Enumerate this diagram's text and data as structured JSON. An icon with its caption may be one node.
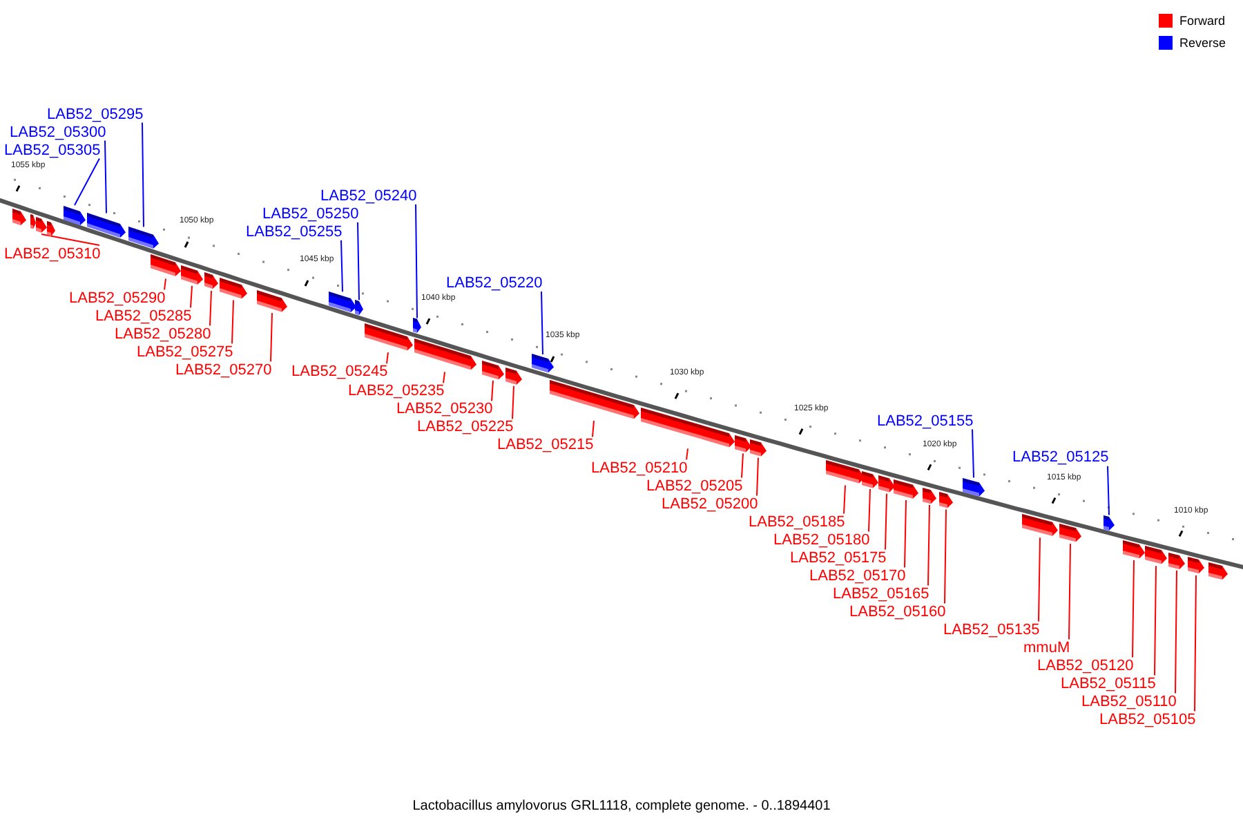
{
  "diagram": {
    "caption": "Lactobacillus amylovorus GRL1118, complete genome. - 0..1894401",
    "nodes": [
      {
        "text": [],
        "shape": "box"
      },
      {
        "text": [],
        "shape": "box"
      },
      {
        "text": [
          "LAB52_05310"
        ]
      },
      {
        "text": [],
        "shape": "box"
      },
      {
        "text": [],
        "shape": "box"
      },
      {
        "text": [
          "LAB52_05305"
        ]
      },
      {
        "text": [],
        "shape": "box"
      },
      {
        "text": [
          "LAB52_05300"
        ]
      },
      {
        "text": [],
        "shape": "box"
      },
      {
        "text": [
          "LAB52_05295"
        ]
      },
      {
        "text": [],
        "shape": "box"
      },
      {
        "text": [
          "LAB52_05290"
        ]
      },
      {
        "text": [],
        "shape": "box"
      },
      {
        "text": [
          "LAB52_05285"
        ]
      },
      {
        "text": [],
        "shape": "box"
      },
      {
        "text": [
          "LAB52_05280"
        ]
      },
      {
        "text": [],
        "shape": "box"
      },
      {
        "text": [
          "LAB52_05275"
        ]
      },
      {
        "text": [],
        "shape": "box"
      },
      {
        "text": [
          "LAB52_05270"
        ]
      },
      {
        "text": [],
        "shape": "box"
      },
      {
        "text": [
          "LAB52_05255"
        ]
      },
      {
        "text": [],
        "shape": "box"
      },
      {
        "text": [
          "LAB52_05250"
        ]
      },
      {
        "text": [],
        "shape": "box"
      },
      {
        "text": [
          "LAB52_05245"
        ]
      },
      {
        "text": [],
        "shape": "box"
      },
      {
        "text": [
          "LAB52_05240"
        ]
      },
      {
        "text": [],
        "shape": "box"
      },
      {
        "text": [
          "LAB52_05235"
        ]
      },
      {
        "text": [],
        "shape": "box"
      },
      {
        "text": [
          "LAB52_05230"
        ]
      },
      {
        "text": [],
        "shape": "box"
      },
      {
        "text": [
          "LAB52_05225"
        ]
      },
      {
        "text": [],
        "shape": "box"
      },
      {
        "text": [
          "LAB52_05220"
        ]
      },
      {
        "text": [],
        "shape": "box"
      },
      {
        "text": [
          "LAB52_05215"
        ]
      },
      {
        "text": [],
        "shape": "box"
      },
      {
        "text": [
          "LAB52_05210"
        ]
      },
      {
        "text": [],
        "shape": "box"
      },
      {
        "text": [
          "LAB52_05205"
        ]
      },
      {
        "text": [],
        "shape": "box"
      },
      {
        "text": [
          "LAB52_05200"
        ]
      },
      {
        "text": [],
        "shape": "box"
      },
      {
        "text": [
          "LAB52_05185"
        ]
      },
      {
        "text": [],
        "shape": "box"
      },
      {
        "text": [
          "LAB52_05180"
        ]
      },
      {
        "text": [],
        "shape": "box"
      },
      {
        "text": [
          "LAB52_05175"
        ]
      },
      {
        "text": [],
        "shape": "box"
      },
      {
        "text": [
          "LAB52_05170"
        ]
      },
      {
        "text": [],
        "shape": "box"
      },
      {
        "text": [
          "LAB52_05165"
        ]
      },
      {
        "text": [],
        "shape": "box"
      },
      {
        "text": [
          "LAB52_05160"
        ]
      },
      {
        "text": [],
        "shape": "box"
      },
      {
        "text": [
          "LAB52_05155"
        ]
      },
      {
        "text": [],
        "shape": "box"
      },
      {
        "text": [
          "LAB52_05135"
        ]
      },
      {
        "text": [],
        "shape": "box"
      },
      {
        "text": [
          "mmuM"
        ]
      },
      {
        "text": [],
        "shape": "box"
      },
      {
        "text": [
          "LAB52_05125"
        ]
      },
      {
        "text": [],
        "shape": "box"
      },
      {
        "text": [
          "LAB52_05120"
        ]
      },
      {
        "text": [],
        "shape": "box"
      },
      {
        "text": [
          "LAB52_05115"
        ]
      },
      {
        "text": [],
        "shape": "box"
      },
      {
        "text": [
          "LAB52_05110"
        ]
      },
      {
        "text": [],
        "shape": "box"
      },
      {
        "text": [
          "LAB52_05105"
        ]
      },
      {
        "text": [],
        "shape": "box"
      },
      {
        "text": [],
        "shape": "box"
      }
    ],
    "edges": [
      {
        "from": 2,
        "to": 3,
        "arrow": "none"
      },
      {
        "from": 5,
        "to": 6,
        "arrow": "none",
        "color": "#0000ff"
      },
      {
        "from": 7,
        "to": 8,
        "arrow": "none",
        "color": "#0000ff"
      },
      {
        "from": 9,
        "to": 10,
        "arrow": "none",
        "color": "#0000ff"
      },
      {
        "from": 11,
        "to": 12,
        "arrow": "none"
      },
      {
        "from": 13,
        "to": 14,
        "arrow": "none"
      },
      {
        "from": 15,
        "to": 16,
        "arrow": "none"
      },
      {
        "from": 17,
        "to": 18,
        "arrow": "none"
      },
      {
        "from": 19,
        "to": 20,
        "arrow": "none"
      },
      {
        "from": 21,
        "to": 22,
        "arrow": "none",
        "color": "#0000ff"
      },
      {
        "from": 23,
        "to": 24,
        "arrow": "none",
        "color": "#0000ff"
      },
      {
        "from": 25,
        "to": 26,
        "arrow": "none"
      },
      {
        "from": 27,
        "to": 28,
        "arrow": "none",
        "color": "#0000ff"
      },
      {
        "from": 29,
        "to": 30,
        "arrow": "none"
      },
      {
        "from": 31,
        "to": 32,
        "arrow": "none"
      },
      {
        "from": 33,
        "to": 34,
        "arrow": "none"
      },
      {
        "from": 35,
        "to": 36,
        "arrow": "none",
        "color": "#0000ff"
      },
      {
        "from": 37,
        "to": 38,
        "arrow": "none"
      },
      {
        "from": 39,
        "to": 40,
        "arrow": "none"
      },
      {
        "from": 41,
        "to": 42,
        "arrow": "none"
      },
      {
        "from": 43,
        "to": 44,
        "arrow": "none"
      },
      {
        "from": 45,
        "to": 46,
        "arrow": "none"
      },
      {
        "from": 47,
        "to": 48,
        "arrow": "none"
      },
      {
        "from": 49,
        "to": 50,
        "arrow": "none"
      },
      {
        "from": 51,
        "to": 52,
        "arrow": "none"
      },
      {
        "from": 53,
        "to": 54,
        "arrow": "none"
      },
      {
        "from": 55,
        "to": 56,
        "arrow": "none"
      },
      {
        "from": 57,
        "to": 58,
        "arrow": "none",
        "color": "#0000ff"
      },
      {
        "from": 59,
        "to": 60,
        "arrow": "none"
      },
      {
        "from": 61,
        "to": 62,
        "arrow": "none"
      },
      {
        "from": 63,
        "to": 64,
        "arrow": "none",
        "color": "#0000ff"
      },
      {
        "from": 65,
        "to": 66,
        "arrow": "none"
      },
      {
        "from": 67,
        "to": 68,
        "arrow": "none"
      },
      {
        "from": 69,
        "to": 70,
        "arrow": "none"
      },
      {
        "from": 71,
        "to": 72,
        "arrow": "none"
      }
    ],
    "labels": [
      "1055 kbp",
      "1050 kbp",
      "1045 kbp",
      "1040 kbp",
      "1035 kbp",
      "1030 kbp",
      "1025 kbp",
      "1020 kbp",
      "1015 kbp",
      "1010 kbp"
    ],
    "legend": [
      {
        "text": "Forward",
        "color": "#ff0000"
      },
      {
        "text": "Reverse",
        "color": "#0000ff"
      }
    ]
  }
}
